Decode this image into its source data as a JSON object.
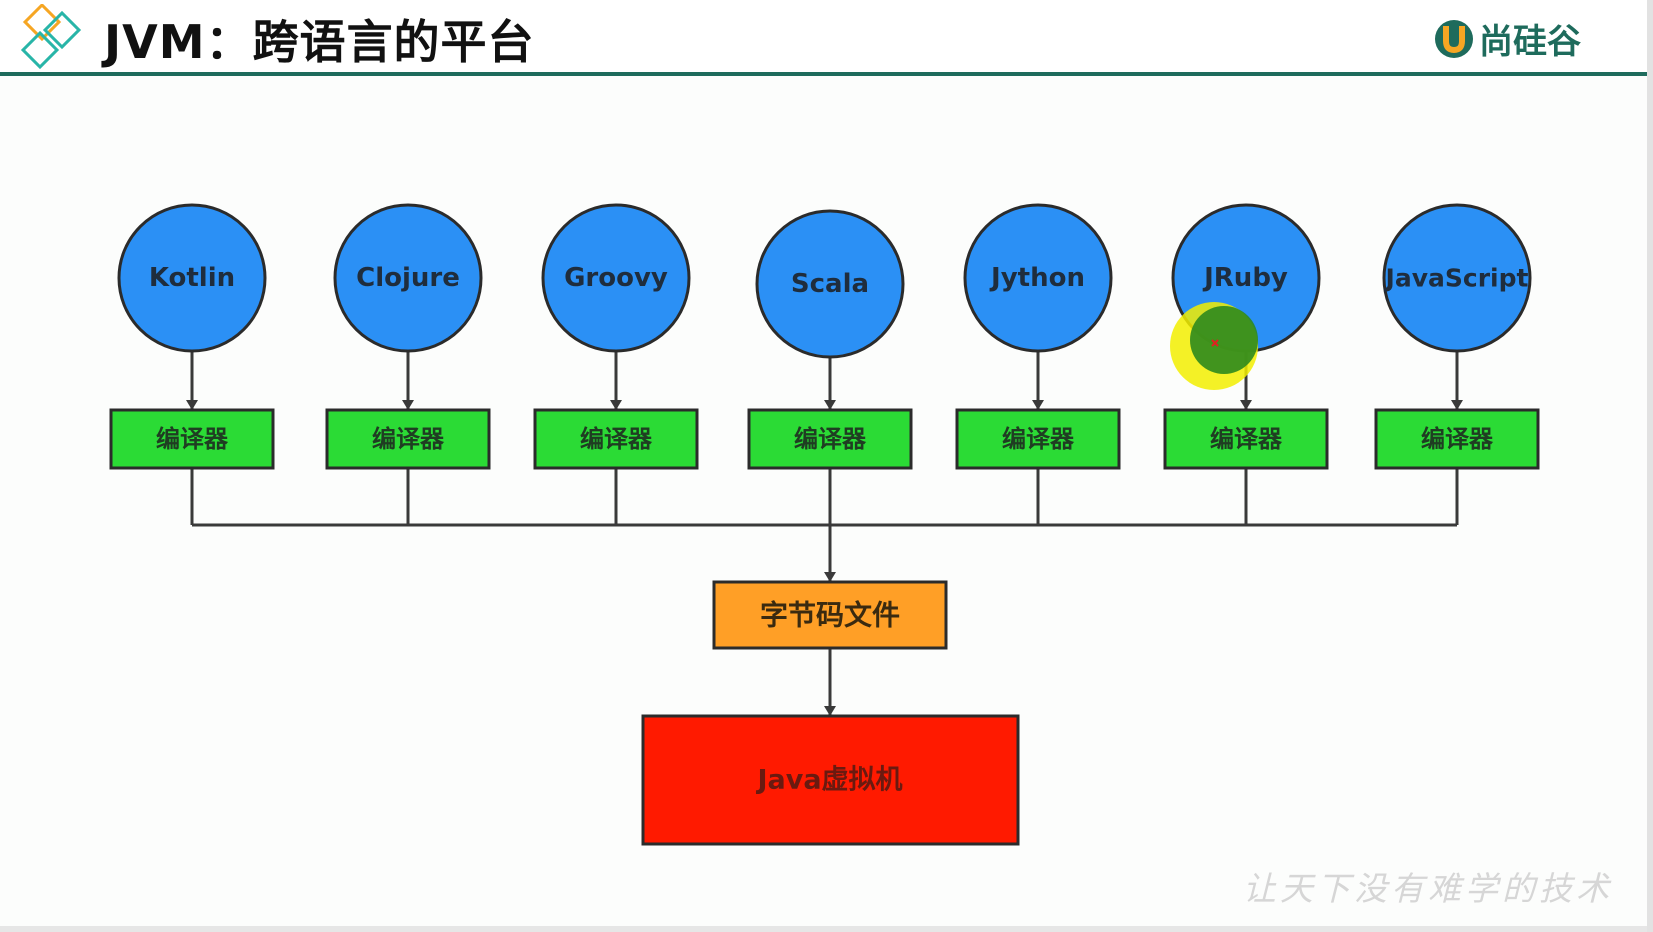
{
  "header": {
    "title": "JVM：跨语言的平台",
    "brand": "尚硅谷",
    "colors": {
      "rule": "#1e6b5c",
      "brand": "#1e6b5c"
    }
  },
  "diagram": {
    "languages": [
      "Kotlin",
      "Clojure",
      "Groovy",
      "Scala",
      "Jython",
      "JRuby",
      "JavaScript"
    ],
    "compiler_label": "编译器",
    "bytecode_label": "字节码文件",
    "jvm_label": "Java虚拟机",
    "colors": {
      "language_node": "#2b90f5",
      "compiler_node": "#2bdb35",
      "bytecode_node": "#ff9f26",
      "jvm_node": "#ff1a00",
      "edge": "#3a3a3a"
    }
  },
  "footer": {
    "slogan": "让天下没有难学的技术"
  }
}
